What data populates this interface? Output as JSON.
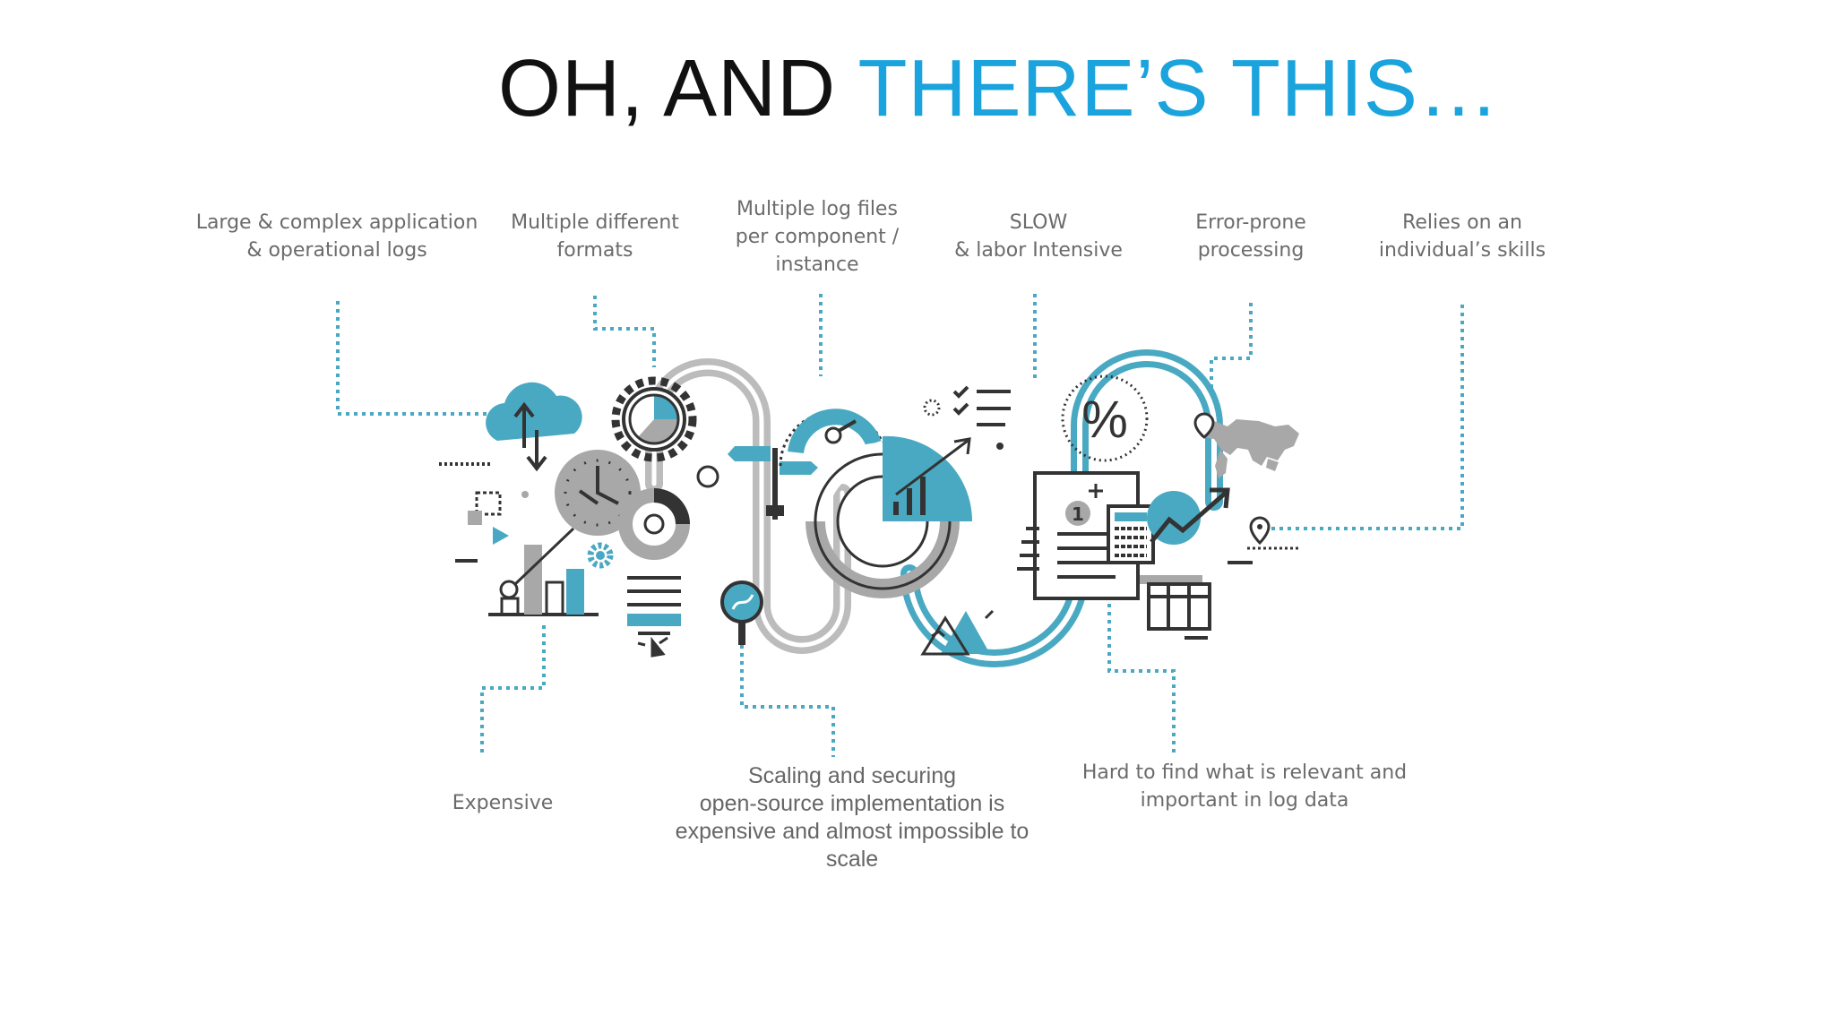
{
  "title": {
    "part1": "OH, AND ",
    "part2": "THERE’S THIS…"
  },
  "callouts": {
    "large_logs": [
      "Large & complex application",
      "& operational logs"
    ],
    "formats": [
      "Multiple different",
      "formats"
    ],
    "log_files": [
      "Multiple log files",
      "per component /",
      "instance"
    ],
    "slow": [
      "SLOW",
      "& labor Intensive"
    ],
    "error_prone": [
      "Error-prone",
      "processing"
    ],
    "skills": [
      "Relies on an",
      "individual’s skills"
    ],
    "expensive": [
      "Expensive"
    ],
    "scaling": [
      "Scaling and securing",
      "open-source implementation is",
      "expensive and almost impossible to",
      "scale"
    ],
    "hard_to_find": [
      "Hard to find what is relevant and",
      "important in log data"
    ]
  },
  "illustration_glyphs": {
    "percent": "%",
    "number_one": "1"
  },
  "colors": {
    "accent": "#1aa3dc",
    "teal": "#4aa9c2",
    "gray": "#a8a8a8",
    "dark": "#333333",
    "callout_text": "#6b6b6b"
  }
}
